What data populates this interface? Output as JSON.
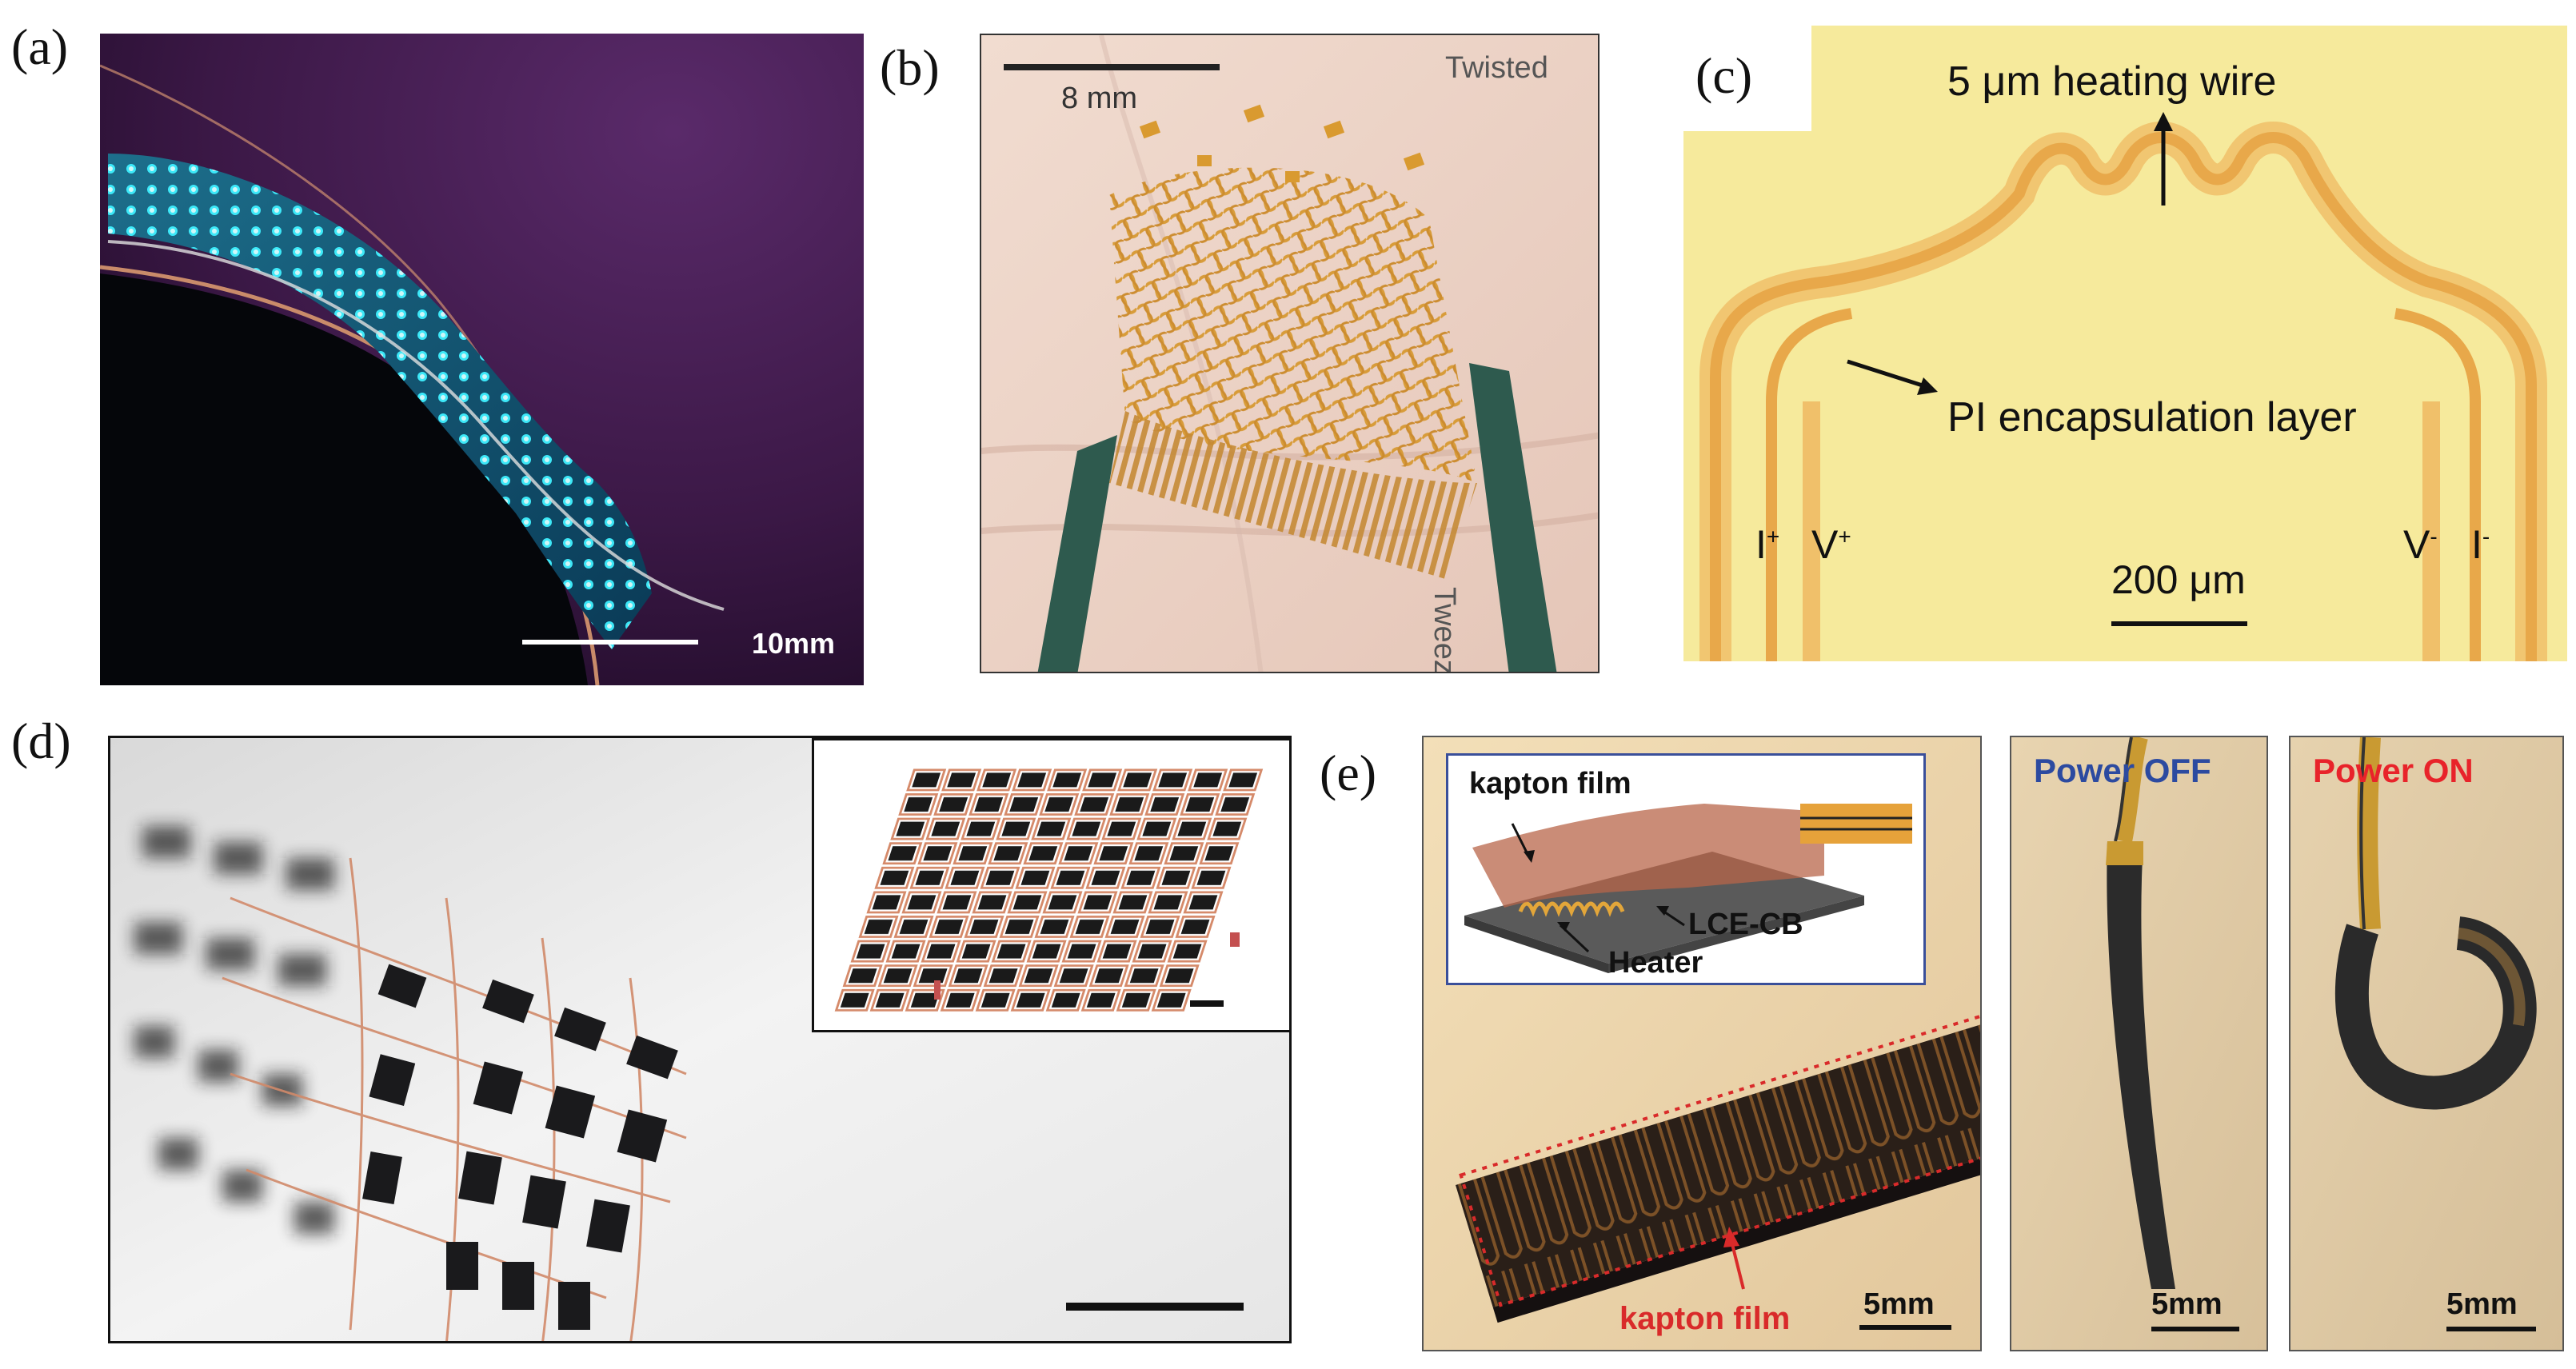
{
  "panel_labels": {
    "a": "(a)",
    "b": "(b)",
    "c": "(c)",
    "d": "(d)",
    "e": "(e)"
  },
  "panel_a": {
    "scale_label": "10mm"
  },
  "panel_b": {
    "scale_label": "8 mm",
    "twisted_label": "Twisted",
    "tweezers_label": "Tweezers"
  },
  "panel_c": {
    "heating_wire_label": "5 μm heating wire",
    "encapsulation_label": "PI encapsulation layer",
    "i_plus": "I",
    "v_plus": "V",
    "plus": "+",
    "v_minus": "V",
    "i_minus": "I",
    "minus": "-",
    "scale_label": "200 μm"
  },
  "panel_e": {
    "inset_kapton_label": "kapton film",
    "inset_lce_label": "LCE-CB",
    "inset_heater_label": "Heater",
    "kapton_film_label": "kapton film",
    "scale_main": "5mm",
    "power_off_label": "Power OFF",
    "scale_off": "5mm",
    "power_on_label": "Power ON",
    "scale_on": "5mm",
    "colors": {
      "off": "#2c4aa0",
      "on": "#e8232a",
      "kapton_red": "#d92a2a"
    }
  }
}
